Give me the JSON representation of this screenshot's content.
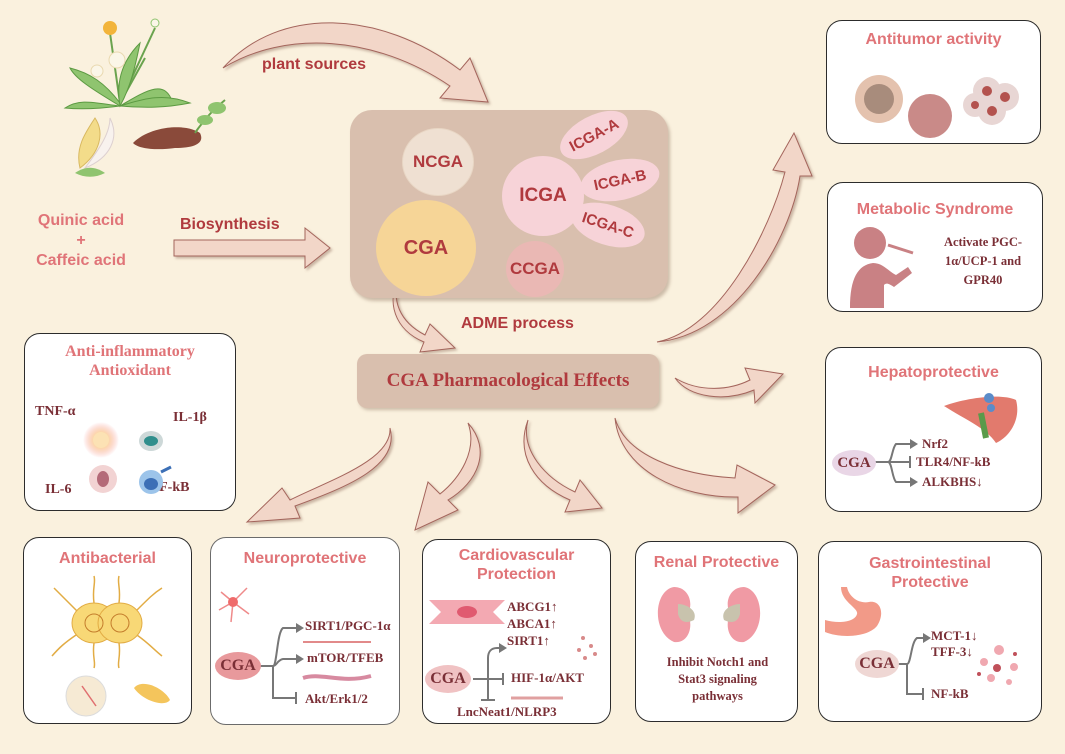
{
  "colors": {
    "background": "#faf1de",
    "accent_red": "#b03a3e",
    "title_pink": "#e07478",
    "label_dark": "#7a2f36",
    "arrow_fill": "#f2d6c8",
    "arrow_stroke": "#a4655c",
    "hub_box": "#d9bfae"
  },
  "sources": {
    "plant_sources_label": "plant sources",
    "precursor_line1": "Quinic acid",
    "precursor_plus": "+",
    "precursor_line2": "Caffeic acid",
    "biosynthesis_label": "Biosynthesis",
    "plant_icons": [
      "dandelion-icon",
      "honeysuckle-icon",
      "sweet-potato-icon"
    ]
  },
  "isomers": {
    "ncga": "NCGA",
    "cga": "CGA",
    "icga": "ICGA",
    "ccga": "CCGA",
    "icga_variants": [
      "ICGA-A",
      "ICGA-B",
      "ICGA-C"
    ]
  },
  "adme_label": "ADME process",
  "hub_title": "CGA Pharmacological Effects",
  "effects": {
    "antitumor": {
      "title": "Antitumor activity"
    },
    "metabolic": {
      "title": "Metabolic Syndrome",
      "text_line1": "Activate PGC-",
      "text_line2": "1α/UCP-1 and",
      "text_line3": "GPR40"
    },
    "hepato": {
      "title": "Hepatoprotective",
      "center": "CGA",
      "targets": [
        "Nrf2",
        "TLR4/NF-kB",
        "ALKBHS↓"
      ]
    },
    "inflammatory": {
      "title_line1": "Anti-inflammatory",
      "title_line2": "Antioxidant",
      "markers": [
        "TNF-α",
        "IL-1β",
        "IL-6",
        "NF-kB"
      ]
    },
    "antibacterial": {
      "title": "Antibacterial"
    },
    "neuro": {
      "title": "Neuroprotective",
      "center": "CGA",
      "targets": [
        "SIRT1/PGC-1α",
        "mTOR/TFEB",
        "Akt/Erk1/2"
      ]
    },
    "cardio": {
      "title_line1": "Cardiovascular",
      "title_line2": "Protection",
      "center": "CGA",
      "up": [
        "ABCG1↑",
        "ABCA1↑",
        "SIRT1↑"
      ],
      "inhibit": [
        "HIF-1α/AKT",
        "LncNeat1/NLRP3"
      ]
    },
    "renal": {
      "title": "Renal Protective",
      "text_line1": "Inhibit Notch1 and",
      "text_line2": "Stat3 signaling",
      "text_line3": "pathways"
    },
    "gastro": {
      "title_line1": "Gastrointestinal",
      "title_line2": "Protective",
      "center": "CGA",
      "targets": [
        "MCT-1↓",
        "TFF-3↓",
        "NF-kB"
      ]
    }
  }
}
